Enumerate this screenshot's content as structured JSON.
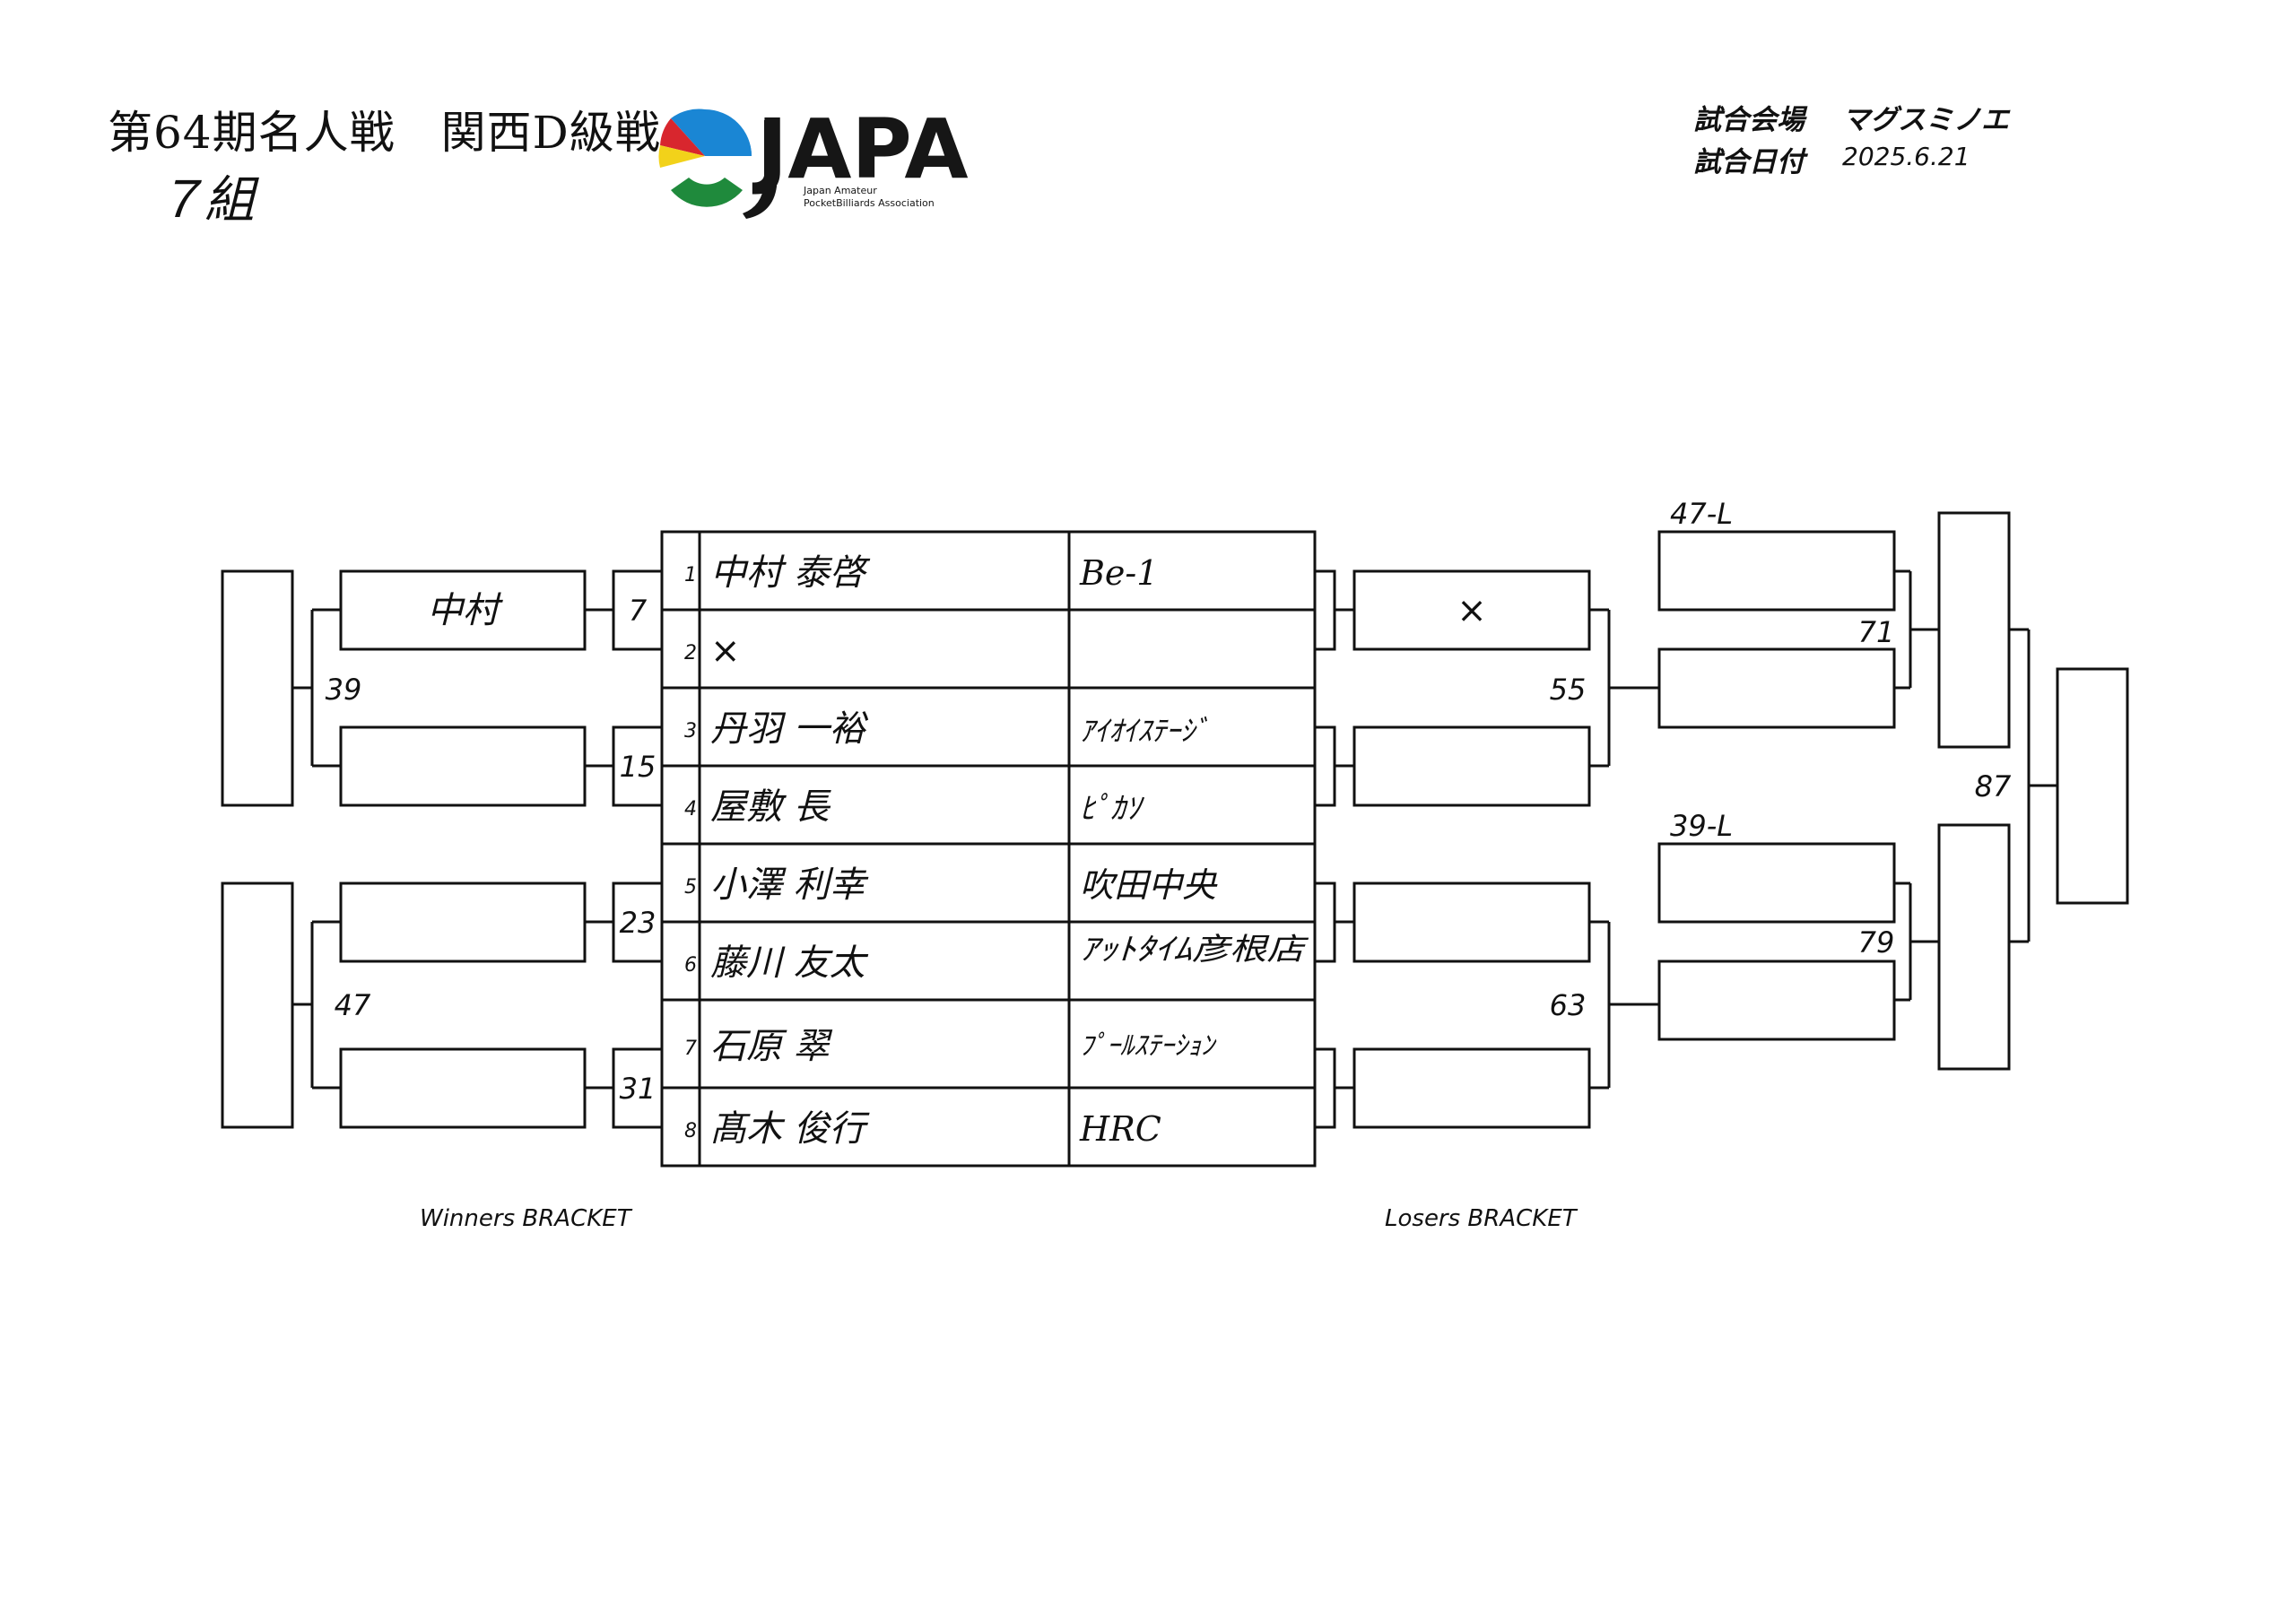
{
  "header": {
    "title": "第64期名人戦　関西D級戦",
    "group": "７組"
  },
  "logo": {
    "text": "JAPA",
    "sub1": "Japan Amateur",
    "sub2": "PocketBilliards Association",
    "colors": {
      "blue": "#1a86d4",
      "red": "#d8262e",
      "yellow": "#f2d21a",
      "green": "#1f8a3c",
      "black": "#161616"
    }
  },
  "meta": {
    "venue_label": "試合会場",
    "venue_value": "マグスミノエ",
    "date_label": "試合日付",
    "date_value": "2025.6.21"
  },
  "players": [
    {
      "seed": "1",
      "name": "中村 泰啓",
      "team": "Be-1"
    },
    {
      "seed": "2",
      "name": "×",
      "team": ""
    },
    {
      "seed": "3",
      "name": "丹羽 一裕",
      "team": "ｱｲｵｲｽﾃｰｼﾞ"
    },
    {
      "seed": "4",
      "name": "屋敷 長",
      "team": "ﾋﾟｶｿ"
    },
    {
      "seed": "5",
      "name": "小澤 利幸",
      "team": "吹田中央"
    },
    {
      "seed": "6",
      "name": "藤川 友太",
      "team": "ｱｯﾄﾀｲﾑ彦根店"
    },
    {
      "seed": "7",
      "name": "石原 翠",
      "team": "ﾌﾟｰﾙｽﾃｰｼｮﾝ"
    },
    {
      "seed": "8",
      "name": "髙木 俊行",
      "team": "HRC"
    }
  ],
  "winners": {
    "matches": [
      "7",
      "15",
      "23",
      "31"
    ],
    "r1_winners": [
      "中村",
      "",
      "",
      ""
    ],
    "semis": [
      "39",
      "47"
    ],
    "label": "Winners BRACKET"
  },
  "losers": {
    "r1_entries": [
      "×",
      "",
      "",
      ""
    ],
    "r1_matches": [
      "55",
      "63"
    ],
    "drop_ins": [
      "47-L",
      "39-L"
    ],
    "r2_matches": [
      "71",
      "79"
    ],
    "final_match": "87",
    "label": "Losers BRACKET"
  }
}
